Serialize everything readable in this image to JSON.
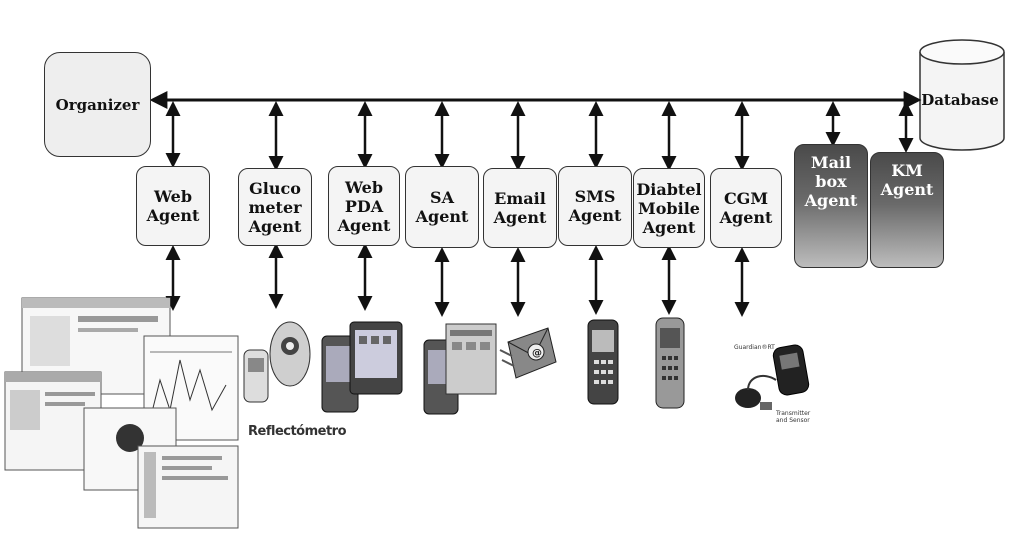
{
  "server": {
    "title": "Multiaccess Server"
  },
  "organizer": {
    "label": "Organizer"
  },
  "database": {
    "label": "Database"
  },
  "agents": [
    {
      "id": "web",
      "label": "Web\nAgent"
    },
    {
      "id": "glucometer",
      "label": "Gluco\nmeter\nAgent"
    },
    {
      "id": "web-pda",
      "label": "Web\nPDA\nAgent"
    },
    {
      "id": "sa",
      "label": "SA\nAgent"
    },
    {
      "id": "email",
      "label": "Email\nAgent"
    },
    {
      "id": "sms",
      "label": "SMS\nAgent"
    },
    {
      "id": "diabtel-mobile",
      "label": "Diabtel\nMobile\nAgent"
    },
    {
      "id": "cgm",
      "label": "CGM\nAgent"
    },
    {
      "id": "mailbox",
      "label": "Mail\nbox\nAgent"
    },
    {
      "id": "km",
      "label": "KM\nAgent"
    }
  ],
  "devices": {
    "reflectometer_caption": "Reflectómetro",
    "cgm_device_brand": "Guardian®RT",
    "cgm_device_note": "Transmitter\nand Sensor"
  },
  "colors": {
    "server_bg": "#e0e0e0",
    "agent_bg": "#f4f4f4",
    "dark_agent": "#4a4a4a",
    "stroke": "#111111"
  }
}
